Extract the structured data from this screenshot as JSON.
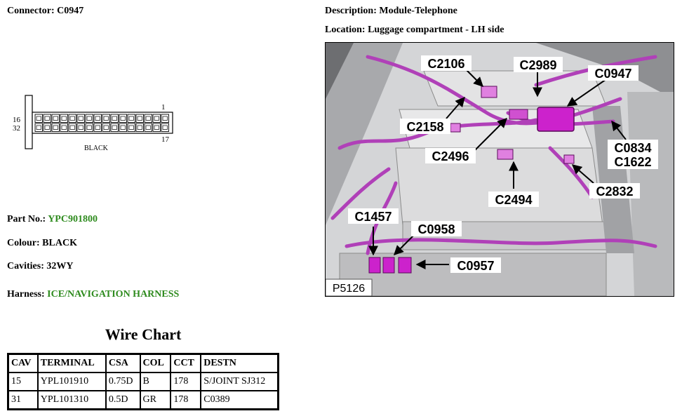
{
  "connector": {
    "label": "Connector: ",
    "value": "C0947"
  },
  "description": {
    "label": "Description: ",
    "value": "Module-Telephone"
  },
  "location": {
    "label": "Location: ",
    "value": "Luggage compartment - LH side"
  },
  "part_no": {
    "label": "Part No.: ",
    "value": "YPC901800"
  },
  "colour": {
    "label": "Colour: ",
    "value": "BLACK"
  },
  "cavities": {
    "label": "Cavities: ",
    "value": "32WY"
  },
  "harness": {
    "label": "Harness: ",
    "value": "ICE/NAVIGATION HARNESS"
  },
  "pinout": {
    "pin_top_left": "16",
    "pin_bottom_left": "32",
    "pin_top_right": "1",
    "pin_bottom_right": "17",
    "colour_label": "BLACK"
  },
  "photo": {
    "ref": "P5126",
    "callouts": [
      "C2106",
      "C2989",
      "C0947",
      "C2158",
      "C2496",
      "C0834",
      "C1622",
      "C2494",
      "C2832",
      "C1457",
      "C0958",
      "C0957"
    ]
  },
  "wire_chart": {
    "title": "Wire Chart",
    "headers": [
      "CAV",
      "TERMINAL",
      "CSA",
      "COL",
      "CCT",
      "DESTN"
    ],
    "rows": [
      [
        "15",
        "YPL101910",
        "0.75D",
        "B",
        "178",
        "S/JOINT SJ312"
      ],
      [
        "31",
        "YPL101310",
        "0.5D",
        "GR",
        "178",
        "C0389"
      ]
    ]
  },
  "colors": {
    "harness_label": "#2e8b1e",
    "connector_highlight": "#cc22cc"
  }
}
